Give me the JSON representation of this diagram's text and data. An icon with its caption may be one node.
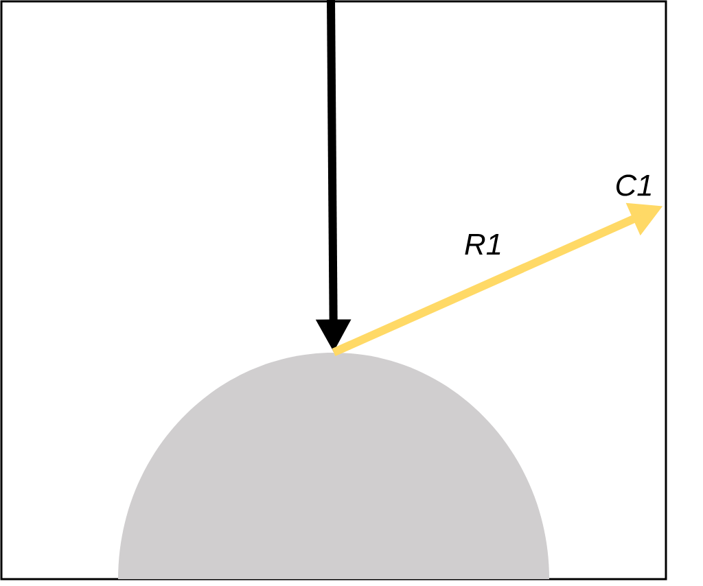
{
  "diagram": {
    "nodes": [
      {
        "text": [],
        "shape": "semicircle"
      },
      {
        "text": [
          "C1"
        ]
      }
    ],
    "edges": [
      {
        "from": null,
        "to": 0,
        "arrow": "to"
      },
      {
        "from": 0,
        "to": 1,
        "arrow": "to",
        "label": "R1",
        "color": "#ffd966"
      }
    ]
  }
}
